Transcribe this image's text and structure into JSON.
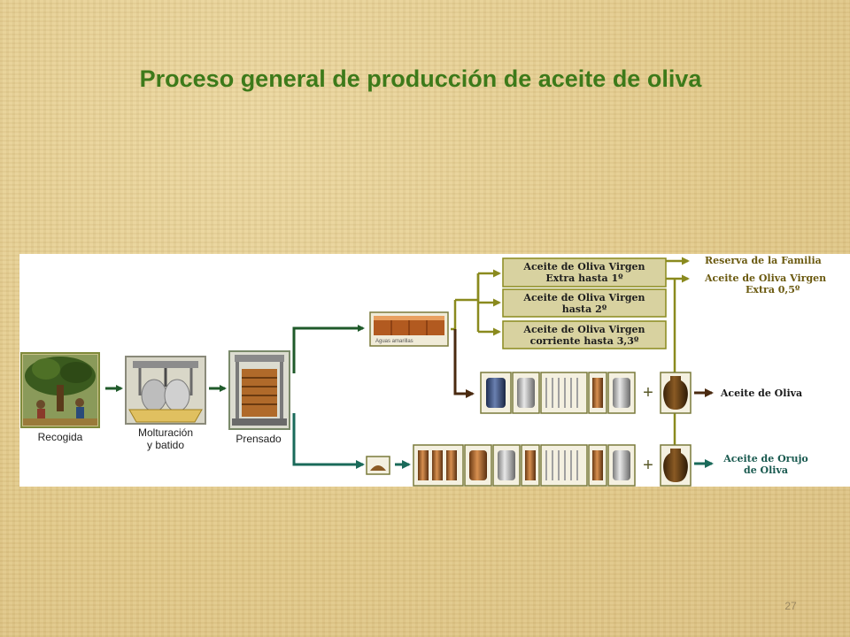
{
  "slide": {
    "title": "Proceso general de producción de aceite de oliva",
    "page_number": "27"
  },
  "diagram": {
    "steps": {
      "recogida": "Recogida",
      "molturacion_line1": "Molturación",
      "molturacion_line2": "y batido",
      "prensado": "Prensado"
    },
    "vat_caption": "Aguas amarillas",
    "grades": [
      {
        "line1": "Aceite de Oliva Virgen",
        "line2": "Extra hasta 1º"
      },
      {
        "line1": "Aceite de Oliva Virgen",
        "line2": "hasta 2º"
      },
      {
        "line1": "Aceite de Oliva Virgen",
        "line2": "corriente hasta 3,3º"
      }
    ],
    "outputs": {
      "reserva": "Reserva de la Familia",
      "extra_line1": "Aceite de Oliva Virgen",
      "extra_line2": "Extra 0,5º",
      "aceite_oliva": "Aceite de Oliva",
      "orujo_line1": "Aceite de Orujo",
      "orujo_line2": "de Oliva"
    },
    "plus_sign": "+",
    "colors": {
      "olive_arrow": "#8a8a1e",
      "dark_green_arrow": "#1f5a2a",
      "brown_arrow": "#4a2a10",
      "teal_arrow": "#1a6a5a",
      "olive_box": "#d8d2a0",
      "title_green": "#3d7a1a"
    }
  }
}
